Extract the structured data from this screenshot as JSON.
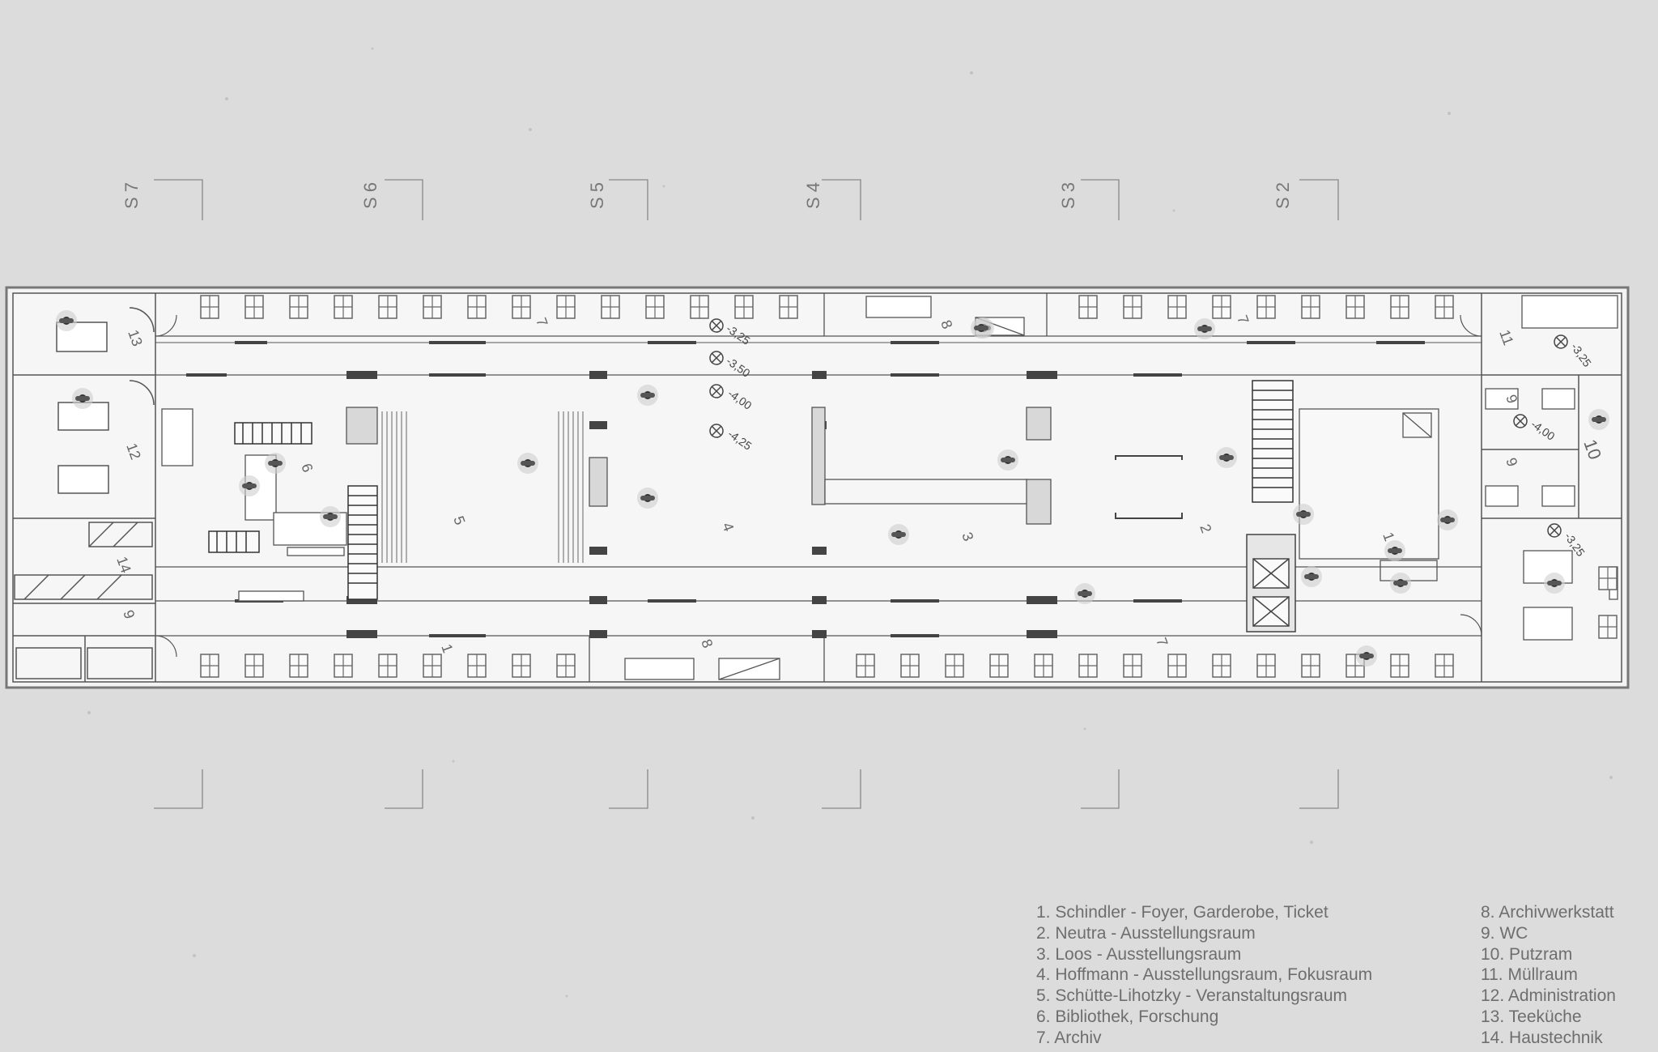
{
  "section_markers": [
    "S 7",
    "S 6",
    "S 5",
    "S 4",
    "S 3",
    "S 2"
  ],
  "room_labels": {
    "r1_top": "1",
    "r1_bottom": "1",
    "r2": "2",
    "r3": "3",
    "r4": "4",
    "r5": "5",
    "r6": "6",
    "r7_a": "7",
    "r7_b": "7",
    "r7_c": "7",
    "r8_a": "8",
    "r8_b": "8",
    "r9_a": "9",
    "r9_b": "9",
    "r9_c": "9",
    "r10": "10",
    "r11": "11",
    "r12": "12",
    "r13": "13",
    "r14": "14"
  },
  "level_marks": [
    "-3,25",
    "-3,50",
    "-4,00",
    "-4,25",
    "-3,25",
    "-4,00",
    "-3,25"
  ],
  "legend_left": [
    "1. Schindler - Foyer, Garderobe, Ticket",
    "2. Neutra - Ausstellungsraum",
    "3. Loos - Ausstellungsraum",
    "4. Hoffmann - Ausstellungsraum, Fokusraum",
    "5. Schütte-Lihotzky - Veranstaltungsraum",
    "6. Bibliothek, Forschung",
    "7. Archiv"
  ],
  "legend_right": [
    "8. Archivwerkstatt",
    "9. WC",
    "10. Putzram",
    "11. Müllraum",
    "12. Administration",
    "13. Teeküche",
    "14. Haustechnik"
  ],
  "colors": {
    "background": "#dcdcdc",
    "floor": "#f4f4f4",
    "line": "#5a5a5a",
    "text": "#6e6e6e"
  }
}
